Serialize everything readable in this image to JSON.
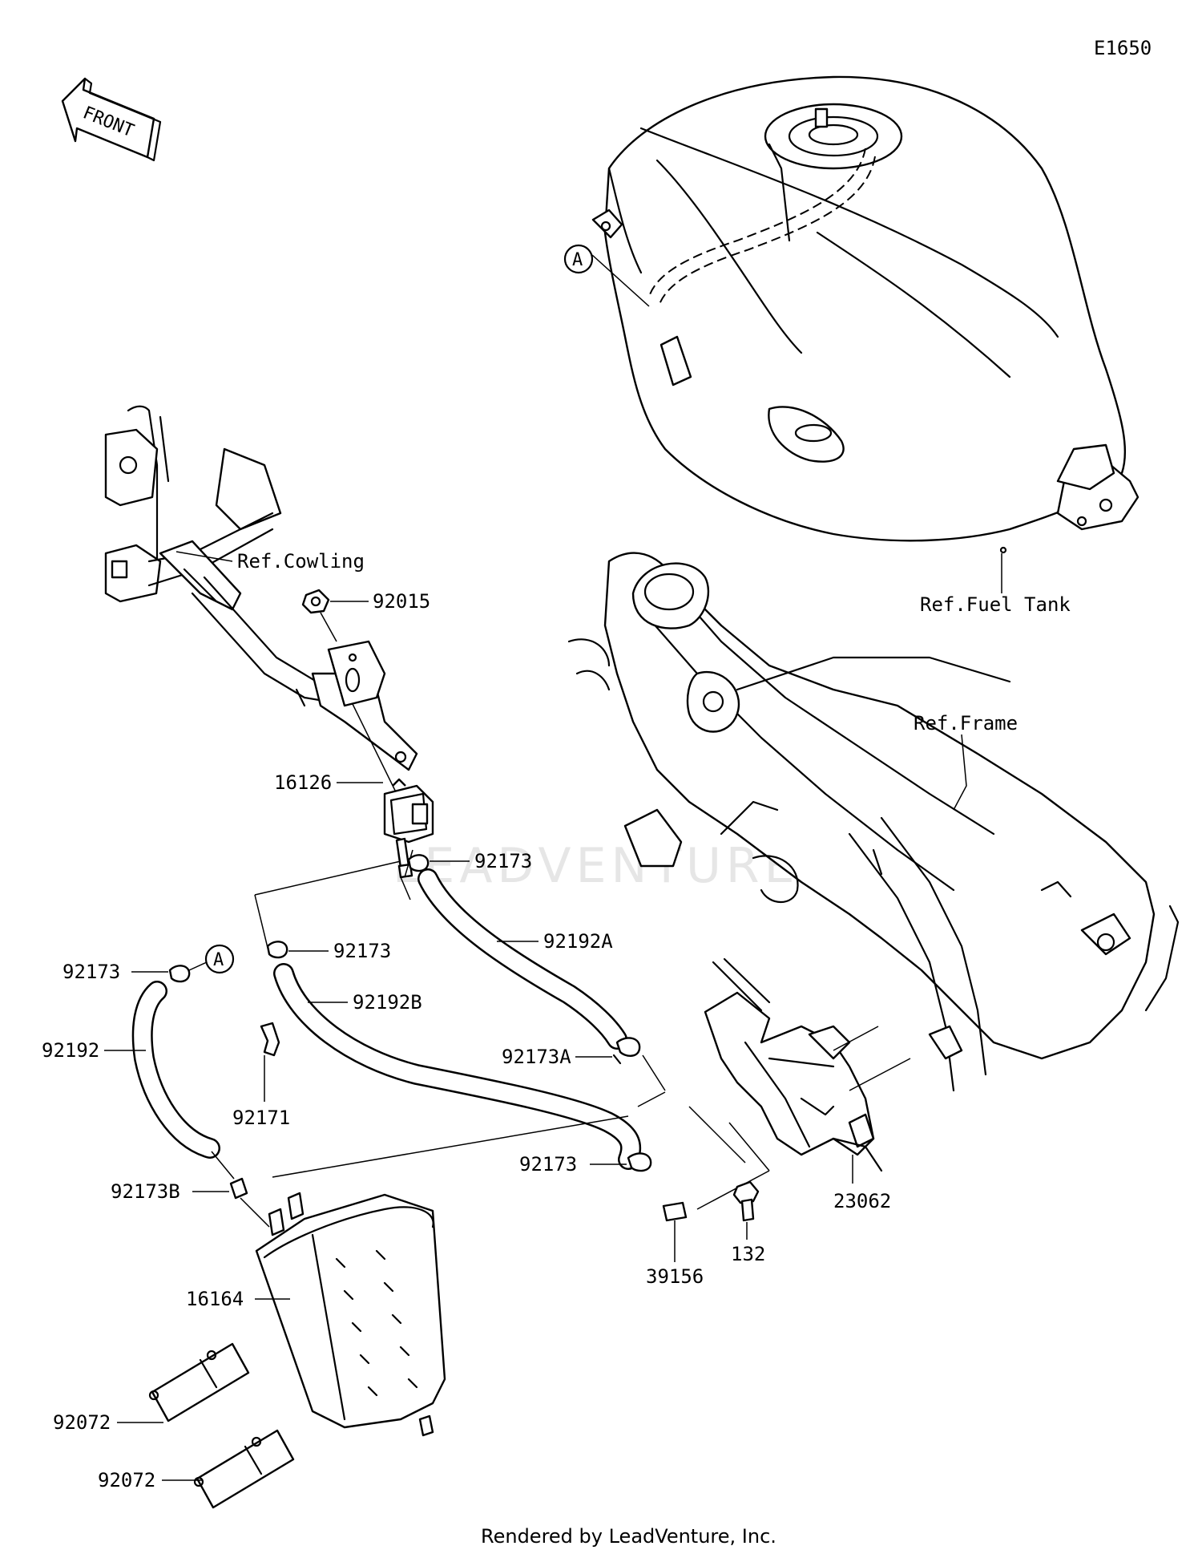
{
  "diagram_id": "E1650",
  "front_label": "FRONT",
  "refs": {
    "cowling": "Ref.Cowling",
    "fuel_tank": "Ref.Fuel Tank",
    "frame": "Ref.Frame"
  },
  "callout_letter": "A",
  "part_numbers": {
    "p92015": "92015",
    "p16126": "16126",
    "p92173_top": "92173",
    "p92173_mid": "92173",
    "p92173_left": "92173",
    "p92173_low": "92173",
    "p92173A": "92173A",
    "p92173B": "92173B",
    "p92192": "92192",
    "p92192A": "92192A",
    "p92192B": "92192B",
    "p92171": "92171",
    "p16164": "16164",
    "p92072_a": "92072",
    "p92072_b": "92072",
    "p23062": "23062",
    "p132": "132",
    "p39156": "39156"
  },
  "watermark": "LEADVENTURE",
  "footer": "Rendered by LeadVenture, Inc."
}
